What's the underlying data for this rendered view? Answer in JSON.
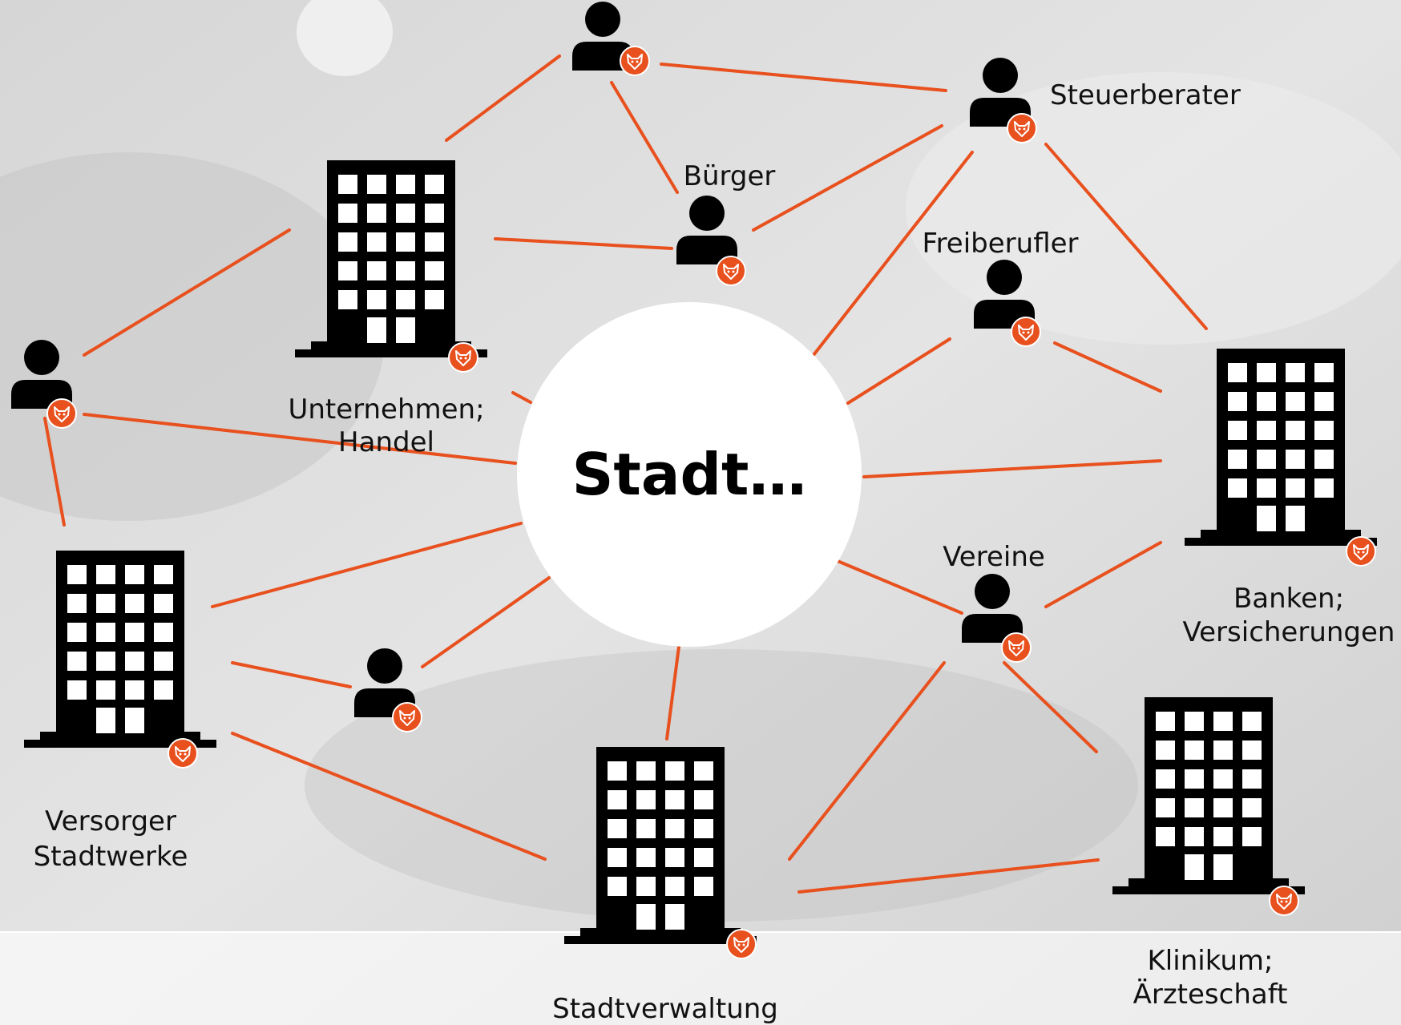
{
  "center": {
    "label": "Stadt…"
  },
  "nodes": {
    "person_top": {
      "kind": "person",
      "label": ""
    },
    "steuerberater": {
      "kind": "person",
      "label": "Steuerberater"
    },
    "buerger": {
      "kind": "person",
      "label": "Bürger"
    },
    "freiberufler": {
      "kind": "person",
      "label": "Freiberufler"
    },
    "person_left": {
      "kind": "person",
      "label": ""
    },
    "person_mid_left": {
      "kind": "person",
      "label": ""
    },
    "vereine": {
      "kind": "person",
      "label": "Vereine"
    },
    "unternehmen": {
      "kind": "building",
      "label_lines": [
        "Unternehmen;",
        "Handel"
      ]
    },
    "banken": {
      "kind": "building",
      "label_lines": [
        "Banken;",
        "Versicherungen"
      ]
    },
    "versorger": {
      "kind": "building",
      "label_lines": [
        "Versorger",
        "Stadtwerke"
      ]
    },
    "stadtverwaltung": {
      "kind": "building",
      "label_lines": [
        "Stadtverwaltung"
      ]
    },
    "klinikum": {
      "kind": "building",
      "label_lines": [
        "Klinikum;",
        "Ärzteschaft"
      ]
    }
  },
  "icons": {
    "person": "person-icon",
    "building": "office-building-icon",
    "badge": "fox-badge-icon"
  },
  "colors": {
    "link": "#E8501E",
    "badge": "#E8501E",
    "icon": "#000000",
    "center_fill": "#FFFFFF"
  }
}
